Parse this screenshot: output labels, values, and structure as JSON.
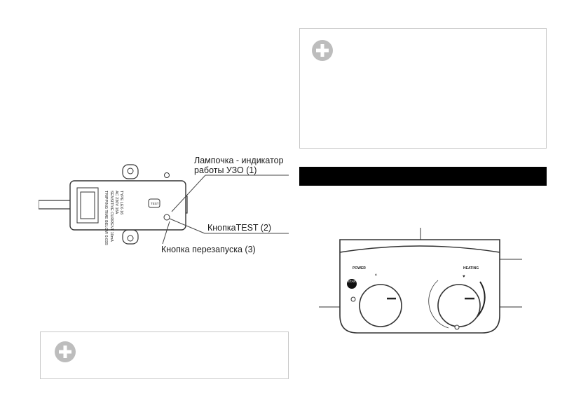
{
  "rcd_diagram": {
    "label_indicator_line1": "Лампочка - индикатор",
    "label_indicator_line2": "работы УЗО (1)",
    "label_test": "КнопкаTEST (2)",
    "label_restart": "Кнопка перезапуска (3)",
    "device_type": "TYPE LEX-16",
    "device_rating": "AC 230V 16A",
    "device_current": "SENSITIVE CURRENT 10mA",
    "device_note": "TRIPPING TIME BELOW 0.03S",
    "test_button_text": "TEST"
  },
  "panel_diagram": {
    "power_label": "POWER",
    "heating_label": "HEATING",
    "start_button_text": "START"
  },
  "icons": {
    "note_icon": "plus-circle-icon",
    "note_icon_color": "#bdbdbd",
    "header_bar_color": "#000000"
  }
}
